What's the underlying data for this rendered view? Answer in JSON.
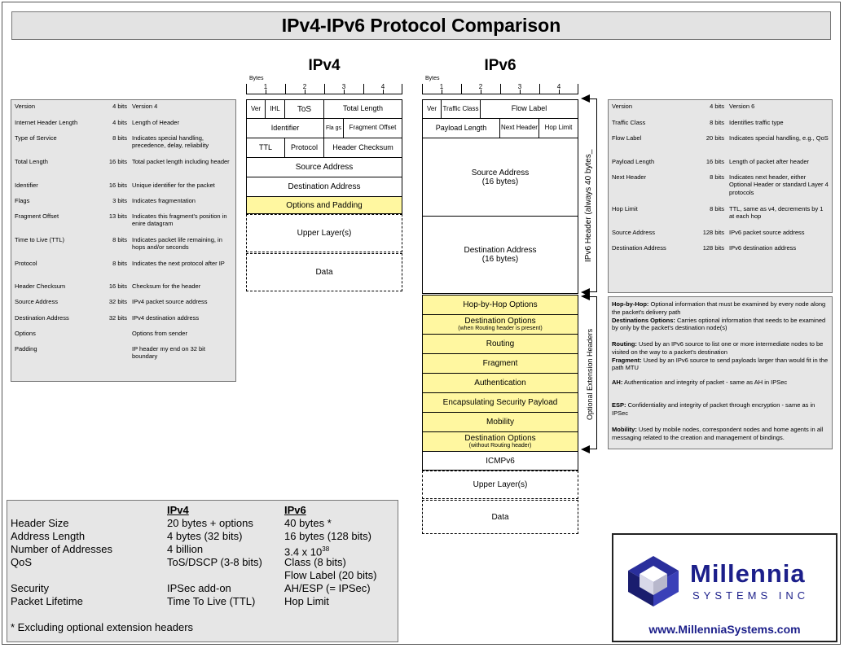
{
  "title": "IPv4-IPv6 Protocol Comparison",
  "ipv4": {
    "heading": "IPv4",
    "bytes_label": "Bytes",
    "byte_numbers": [
      "1",
      "2",
      "3",
      "4"
    ],
    "cells": {
      "ver": "Ver",
      "ihl": "IHL",
      "tos": "ToS",
      "total_length": "Total Length",
      "identifier": "Identifier",
      "flags": "Fla gs",
      "fragment_offset": "Fragment Offset",
      "ttl": "TTL",
      "protocol": "Protocol",
      "header_checksum": "Header Checksum",
      "source_address": "Source Address",
      "destination_address": "Destination Address",
      "options_padding": "Options and Padding",
      "upper_layers": "Upper Layer(s)",
      "data": "Data"
    },
    "fields": [
      {
        "name": "Version",
        "bits": "4 bits",
        "desc": "Version 4"
      },
      {
        "name": "Internet Header Length",
        "bits": "4 bits",
        "desc": "Length of Header"
      },
      {
        "name": "Type of Service",
        "bits": "8 bits",
        "desc": "Indicates special handling, precedence, delay, reliability"
      },
      {
        "name": "Total Length",
        "bits": "16 bits",
        "desc": "Total packet length including header"
      },
      {
        "name": "Identifier",
        "bits": "16 bits",
        "desc": "Unique identifier for the packet"
      },
      {
        "name": "Flags",
        "bits": "3 bits",
        "desc": "Indicates fragmentation"
      },
      {
        "name": "Fragment Offset",
        "bits": "13 bits",
        "desc": "Indicates this fragment's position in enire datagram"
      },
      {
        "name": "Time to Live (TTL)",
        "bits": "8 bits",
        "desc": "Indicates packet life remaining, in hops and/or seconds"
      },
      {
        "name": "Protocol",
        "bits": "8 bits",
        "desc": "Indicates the next protocol after IP"
      },
      {
        "name": "Header Checksum",
        "bits": "16 bits",
        "desc": "Checksum for the header"
      },
      {
        "name": "Source Address",
        "bits": "32 bits",
        "desc": "IPv4 packet source address"
      },
      {
        "name": "Destination Address",
        "bits": "32 bits",
        "desc": "IPv4 destination address"
      },
      {
        "name": "Options",
        "bits": "",
        "desc": "Options from sender"
      },
      {
        "name": "Padding",
        "bits": "",
        "desc": "IP header my end on 32 bit boundary"
      }
    ]
  },
  "ipv6": {
    "heading": "IPv6",
    "bytes_label": "Bytes",
    "byte_numbers": [
      "1",
      "2",
      "3",
      "4"
    ],
    "cells": {
      "ver": "Ver",
      "traffic_class": "Traffic Class",
      "flow_label": "Flow Label",
      "payload_length": "Payload Length",
      "next_header": "Next Header",
      "hop_limit": "Hop Limit",
      "source_address": "Source Address",
      "source_size": "(16 bytes)",
      "destination_address": "Destination Address",
      "destination_size": "(16 bytes)",
      "hop_by_hop": "Hop-by-Hop Options",
      "dest_options_1": "Destination Options",
      "dest_options_1_note": "(when Routing header is present)",
      "routing": "Routing",
      "fragment": "Fragment",
      "authentication": "Authentication",
      "esp": "Encapsulating Security Payload",
      "mobility": "Mobility",
      "dest_options_2": "Destination Options",
      "dest_options_2_note": "(without Routing header)",
      "icmpv6": "ICMPv6",
      "upper_layers": "Upper Layer(s)",
      "data": "Data"
    },
    "header_bracket_label": "IPv6 Header (always 40 bytes_",
    "ext_bracket_label": "Optional Extension Headers",
    "fields": [
      {
        "name": "Version",
        "bits": "4 bits",
        "desc": "Version 6"
      },
      {
        "name": "Traffic Class",
        "bits": "8 bits",
        "desc": "Identifies traffic type"
      },
      {
        "name": "Flow Label",
        "bits": "20 bits",
        "desc": "Indicates special handling, e.g., QoS"
      },
      {
        "name": "Payload Length",
        "bits": "16 bits",
        "desc": "Length of packet after header"
      },
      {
        "name": "Next Header",
        "bits": "8 bits",
        "desc": "Indicates next header, either Optional Header or standard Layer 4 protocols"
      },
      {
        "name": "Hop Limit",
        "bits": "8 bits",
        "desc": "TTL, same as v4, decrements by 1 at each hop"
      },
      {
        "name": "Source Address",
        "bits": "128 bits",
        "desc": "IPv6 packet source address"
      },
      {
        "name": "Destination Address",
        "bits": "128 bits",
        "desc": "IPv6 destination address"
      }
    ],
    "ext_notes": [
      {
        "term": "Hop-by-Hop:",
        "text": "Optional information that must be examined by every node along the packet's delivery path"
      },
      {
        "term": "Destinations Options:",
        "text": "Carries optional information that needs to be examined by only by the packet's destination node(s)"
      },
      {
        "term": "Routing:",
        "text": "Used by an IPv6 source to list one or more intermediate nodes to be visited on the way to a packet's destination"
      },
      {
        "term": "Fragment:",
        "text": "Used by an IPv6 source to send payloads larger than would fit in the path MTU"
      },
      {
        "term": "AH:",
        "text": "Authentication and integrity of packet - same as AH in IPSec"
      },
      {
        "term": "ESP:",
        "text": "Confidentiality and integrity of packet through encryption - same as in IPSec"
      },
      {
        "term": "Mobility:",
        "text": "Used by mobile nodes, correspondent nodes and home agents in all messaging related to the creation and management of bindings."
      }
    ]
  },
  "comparison": {
    "col_ipv4": "IPv4",
    "col_ipv6": "IPv6",
    "rows": [
      {
        "label": "Header Size",
        "v4": "20 bytes + options",
        "v6": "40 bytes *"
      },
      {
        "label": "Address Length",
        "v4": "4 bytes (32 bits)",
        "v6": "16 bytes (128 bits)"
      },
      {
        "label": "Number of Addresses",
        "v4": "4 billion",
        "v6": "3.4 x 10",
        "v6_sup": "38"
      },
      {
        "label": "QoS",
        "v4": "ToS/DSCP (3-8 bits)",
        "v6": "Class (8 bits)"
      },
      {
        "label": "",
        "v4": "",
        "v6": "Flow Label (20 bits)"
      },
      {
        "label": "Security",
        "v4": "IPSec add-on",
        "v6": "AH/ESP (= IPSec)"
      },
      {
        "label": "Packet Lifetime",
        "v4": "Time To Live (TTL)",
        "v6": "Hop Limit"
      }
    ],
    "footnote": "* Excluding optional extension headers"
  },
  "logo": {
    "name": "Millennia",
    "tagline": "SYSTEMS INC",
    "url": "www.MillenniaSystems.com",
    "color_primary": "#1c1f8a"
  }
}
